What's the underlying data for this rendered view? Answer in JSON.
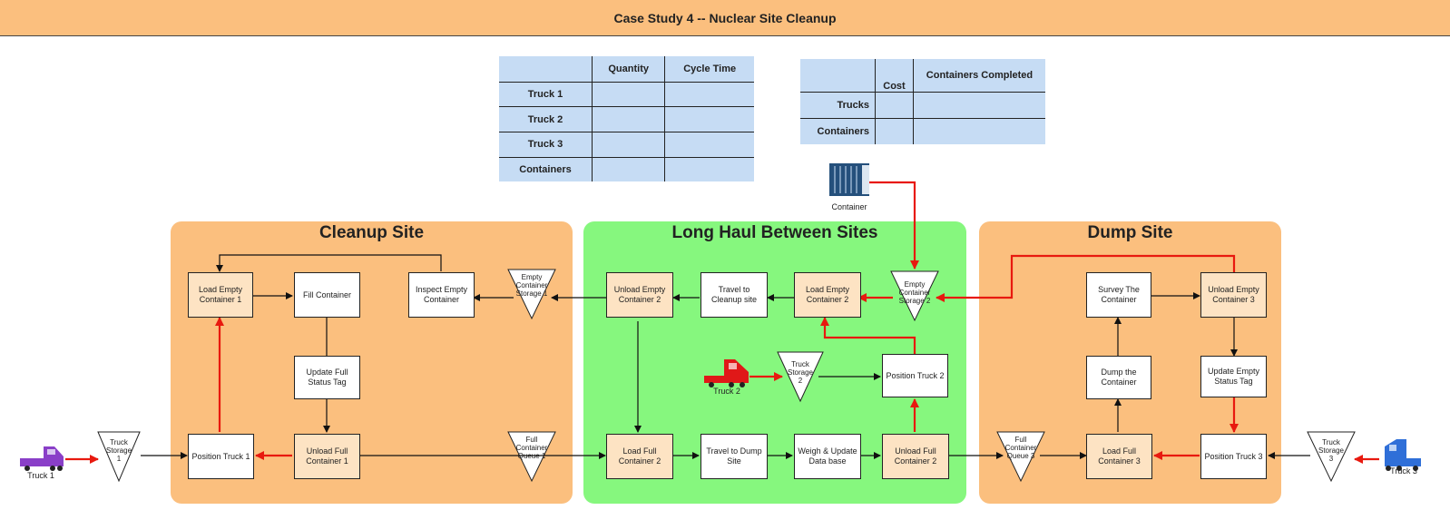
{
  "title": "Case Study 4 -- Nuclear Site Cleanup",
  "table_trucks": {
    "headers": [
      "",
      "Quantity",
      "Cycle Time"
    ],
    "rows": [
      [
        "Truck 1",
        "",
        ""
      ],
      [
        "Truck 2",
        "",
        ""
      ],
      [
        "Truck 3",
        "",
        ""
      ],
      [
        "Containers",
        "",
        ""
      ]
    ]
  },
  "table_cost": {
    "headers": [
      "",
      "Cost",
      "Containers Completed"
    ],
    "rows": [
      [
        "Trucks",
        "",
        ""
      ],
      [
        "Containers",
        "",
        ""
      ]
    ]
  },
  "regions": {
    "cleanup": "Cleanup Site",
    "longhaul": "Long Haul Between Sites",
    "dump": "Dump Site"
  },
  "nodes": {
    "load_empty_1": "Load Empty Container 1",
    "fill_container": "Fill Container",
    "update_full_tag": "Update Full Status Tag",
    "unload_full_1": "Unload Full Container 1",
    "position_truck_1": "Position Truck 1",
    "inspect_empty": "Inspect Empty Container",
    "unload_empty_2": "Unload Empty Container 2",
    "travel_cleanup": "Travel to Cleanup site",
    "load_empty_2": "Load Empty Container 2",
    "position_truck_2": "Position Truck 2",
    "load_full_2": "Load Full Container 2",
    "travel_dump": "Travel to Dump Site",
    "weigh_update": "Weigh & Update Data base",
    "unload_full_2": "Unload Full Container 2",
    "survey_container": "Survey The Container",
    "unload_empty_3": "Unload Empty Container 3",
    "dump_container": "Dump the Container",
    "update_empty_tag": "Update Empty Status Tag",
    "load_full_3": "Load Full Container 3",
    "position_truck_3": "Position Truck 3"
  },
  "queues": {
    "truck_storage_1": "Truck Storage 1",
    "empty_container_storage_1": "Empty Container Storage 1",
    "full_container_queue_1": "Full Container Queue 1",
    "empty_container_storage_2": "Empty Container Storage 2",
    "truck_storage_2": "Truck Storage 2",
    "full_container_queue_3": "Full Container Queue 3",
    "truck_storage_3": "Truck Storage 3"
  },
  "sources": {
    "truck_1": "Truck 1",
    "truck_2": "Truck 2",
    "truck_3": "Truck 3",
    "container": "Container"
  },
  "colors": {
    "title_bar": "#fbbf7e",
    "region_orange": "#fbbf7e",
    "region_green": "#86f77e",
    "table_blue": "#c6dcf4",
    "arrow_red": "#e8190f",
    "arrow_black": "#111111",
    "truck_1": "#8a3fc8",
    "truck_2": "#e01818",
    "truck_3": "#2f6fd8",
    "container": "#25507c"
  }
}
